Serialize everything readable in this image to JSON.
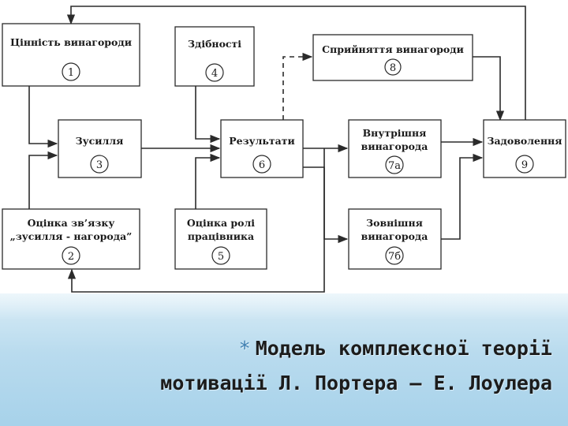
{
  "diagram": {
    "boxes": {
      "b1": {
        "lines": [
          "Цінність винагороди"
        ],
        "num": "1"
      },
      "b2": {
        "lines": [
          "Оцінка зв’язку",
          "„зусилля - нагорода”"
        ],
        "num": "2"
      },
      "b3": {
        "lines": [
          "Зусилля"
        ],
        "num": "3"
      },
      "b4": {
        "lines": [
          "Здібності"
        ],
        "num": "4"
      },
      "b5": {
        "lines": [
          "Оцінка ролі",
          "працівника"
        ],
        "num": "5"
      },
      "b6": {
        "lines": [
          "Результати"
        ],
        "num": "6"
      },
      "b7a": {
        "lines": [
          "Внутрішня",
          "винагорода"
        ],
        "num": "7а"
      },
      "b7b": {
        "lines": [
          "Зовнішня",
          "винагорода"
        ],
        "num": "7б"
      },
      "b8": {
        "lines": [
          "Сприйняття винагороди"
        ],
        "num": "8"
      },
      "b9": {
        "lines": [
          "Задоволення"
        ],
        "num": "9"
      }
    }
  },
  "caption": {
    "bullet": "*",
    "line1": "Модель комплексної теорії",
    "line2": "мотивації Л. Портера – Е. Лоулера"
  },
  "colors": {
    "footer_top": "#d8ecf6",
    "footer_bottom": "#a7d2ea",
    "bullet": "#3f7fb0"
  }
}
